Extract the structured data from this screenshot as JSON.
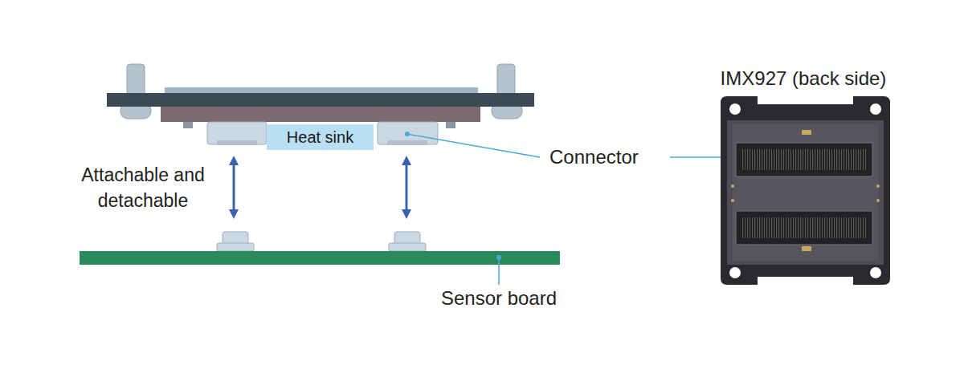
{
  "diagram": {
    "nodes": [
      {
        "text": [
          "Heat sink"
        ]
      }
    ],
    "labels": [
      "Attachable and detachable",
      "Connector",
      "Sensor board",
      "IMX927 (back side)"
    ]
  }
}
